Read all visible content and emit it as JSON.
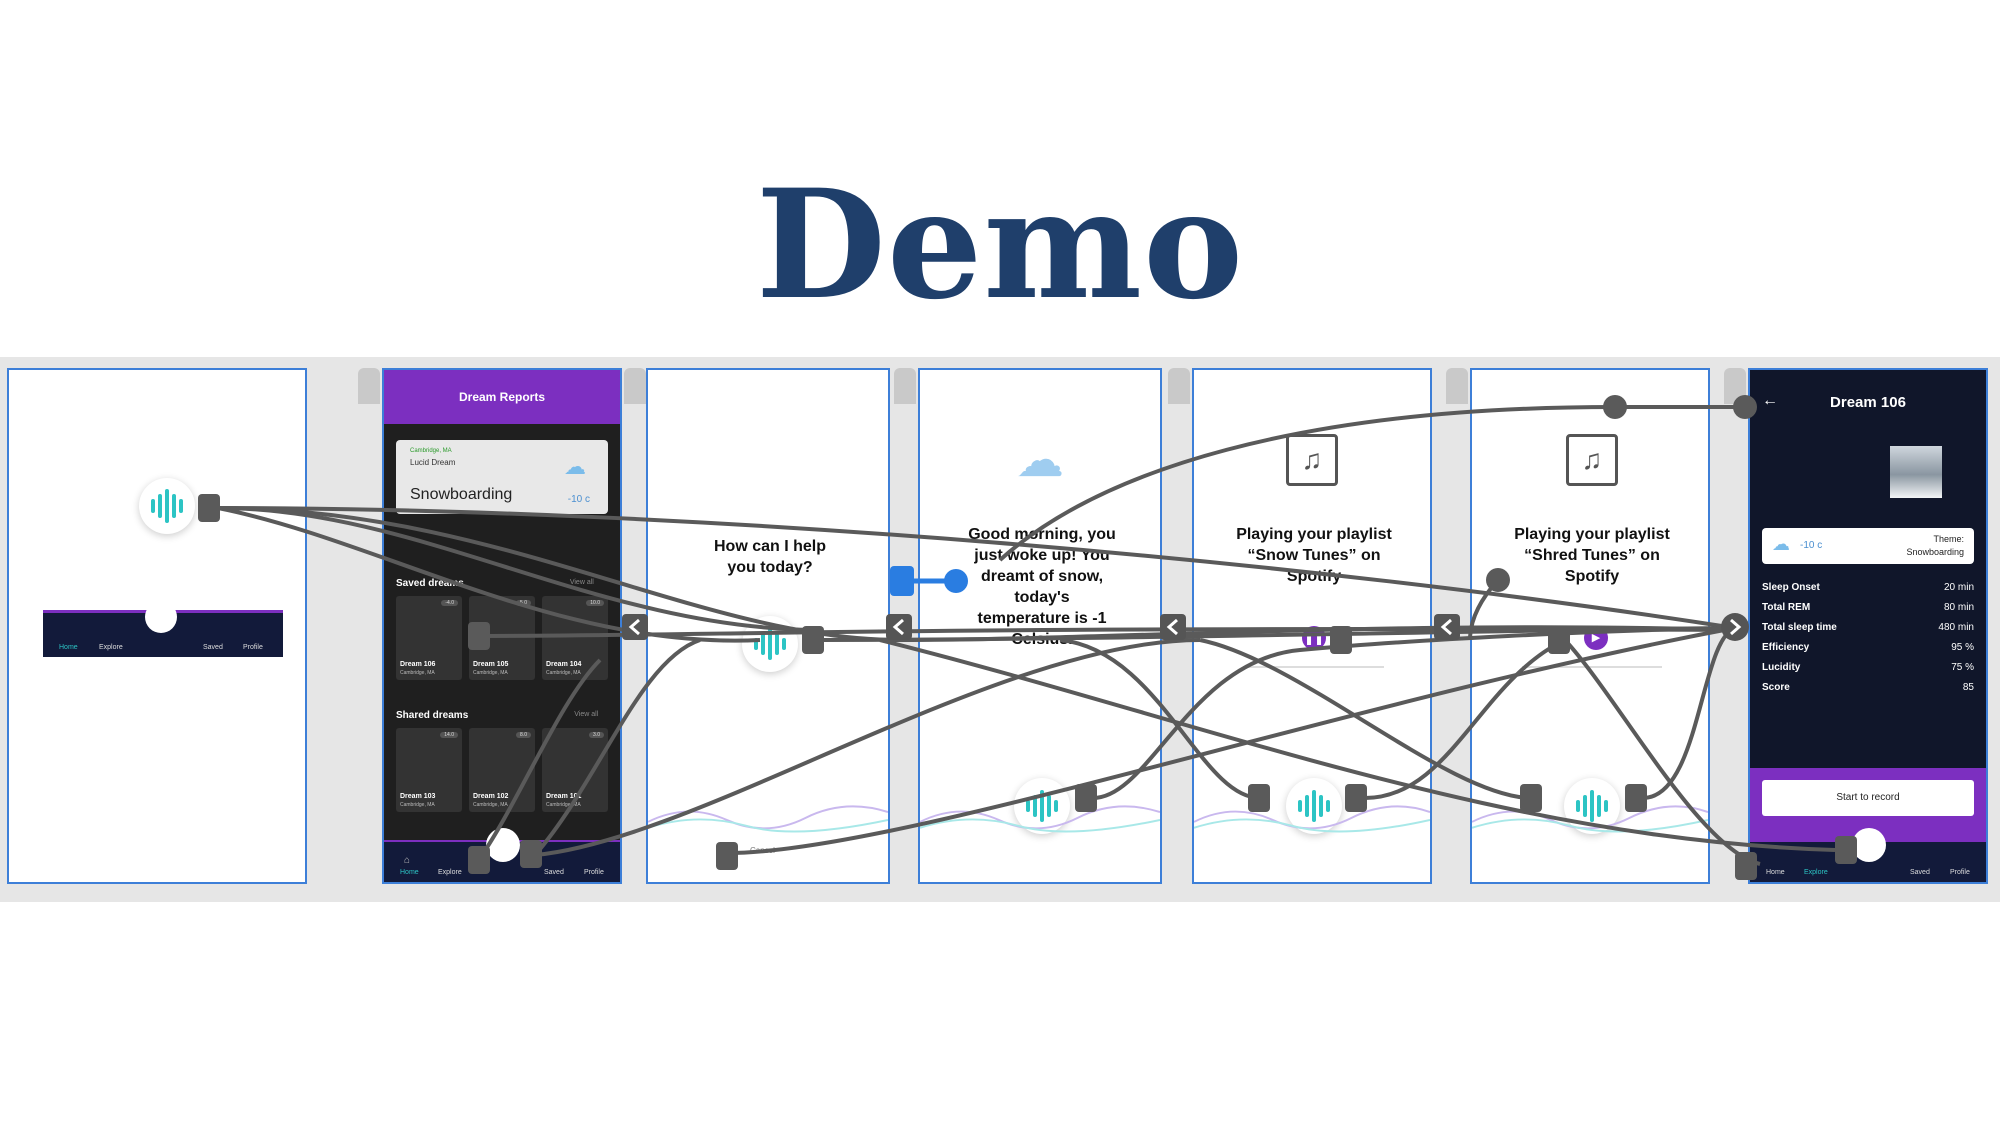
{
  "title": "Demo",
  "screens": {
    "s2": {
      "header": "Dream Reports",
      "card": {
        "location": "Cambridge, MA",
        "type": "Lucid Dream",
        "theme": "Snowboarding",
        "temp": "-10 c"
      },
      "saved_label": "Saved dreams",
      "view_all": "View all",
      "saved": [
        {
          "name": "Dream 106",
          "place": "Cambridge, MA",
          "badge": "-4.0"
        },
        {
          "name": "Dream 105",
          "place": "Cambridge, MA",
          "badge": "5.0"
        },
        {
          "name": "Dream 104",
          "place": "Cambridge, MA",
          "badge": "10.0"
        }
      ],
      "shared_label": "Shared dreams",
      "shared": [
        {
          "name": "Dream 103",
          "place": "Cambridge, MA",
          "badge": "14.0"
        },
        {
          "name": "Dream 102",
          "place": "Cambridge, MA",
          "badge": "8.0"
        },
        {
          "name": "Dream 101",
          "place": "Cambridge, MA",
          "badge": "3.0"
        }
      ]
    },
    "s3": {
      "prompt": "How can I help you today?",
      "cancel": "Cancel"
    },
    "s4": {
      "message": "Good morning, you just woke up! You dreamt of snow, today's temperature is -1 Celsius."
    },
    "s5": {
      "message": "Playing your playlist “Snow Tunes” on Spotify"
    },
    "s6": {
      "message": "Playing your playlist “Shred Tunes” on Spotify"
    },
    "s7": {
      "header": "Dream 106",
      "temp": "-10 c",
      "theme_label": "Theme:",
      "theme": "Snowboarding",
      "stats": [
        {
          "label": "Sleep Onset",
          "value": "20 min"
        },
        {
          "label": "Total REM",
          "value": "80 min"
        },
        {
          "label": "Total sleep time",
          "value": "480 min"
        },
        {
          "label": "Efficiency",
          "value": "95 %"
        },
        {
          "label": "Lucidity",
          "value": "75 %"
        },
        {
          "label": "Score",
          "value": "85"
        }
      ],
      "record_button": "Start to record"
    }
  },
  "nav": {
    "home": "Home",
    "explore": "Explore",
    "saved": "Saved",
    "profile": "Profile"
  },
  "colors": {
    "title": "#1f3f6b",
    "accent_purple": "#7c2fc0",
    "teal": "#2cc4c4",
    "board_border": "#3d7fd8",
    "wire": "#5a5a5a"
  }
}
